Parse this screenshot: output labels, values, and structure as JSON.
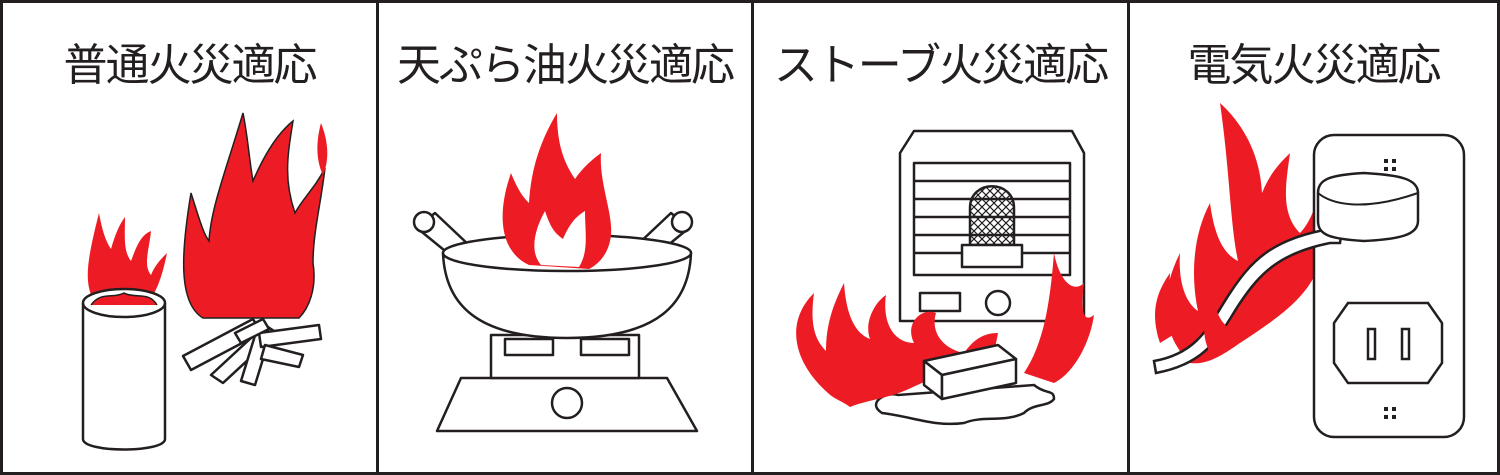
{
  "panels": [
    {
      "title": "普通火災適応"
    },
    {
      "title": "天ぷら油火災適応"
    },
    {
      "title": "ストーブ火災適応"
    },
    {
      "title": "電気火災適応"
    }
  ],
  "colors": {
    "flame": "#ed1c24",
    "line": "#231f20",
    "background": "#ffffff"
  },
  "icons": [
    "ordinary-fire-icon",
    "cooking-oil-fire-icon",
    "stove-fire-icon",
    "electrical-fire-icon"
  ]
}
